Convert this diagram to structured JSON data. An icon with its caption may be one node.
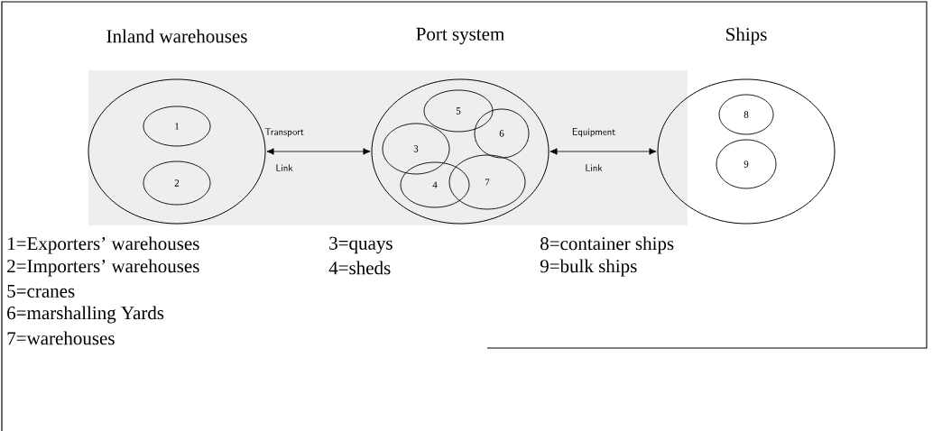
{
  "diagram": {
    "nodes": [
      {
        "text": [
          "Inland warehouses"
        ]
      },
      {
        "text": [
          "1"
        ],
        "in": 0
      },
      {
        "text": [
          "2"
        ],
        "in": 0
      },
      {
        "text": [
          "Port system"
        ]
      },
      {
        "text": [
          "5"
        ],
        "in": 3
      },
      {
        "text": [
          "6"
        ],
        "in": 3
      },
      {
        "text": [
          "3"
        ],
        "in": 3
      },
      {
        "text": [
          "7"
        ],
        "in": 3
      },
      {
        "text": [
          "4"
        ],
        "in": 3
      },
      {
        "text": [
          "Ships"
        ]
      },
      {
        "text": [
          "8"
        ],
        "in": 9
      },
      {
        "text": [
          "9"
        ],
        "in": 9
      }
    ],
    "edges": [
      {
        "from": 0,
        "to": 3,
        "arrow": "both",
        "label": "Transport"
      },
      {
        "from": 3,
        "to": 9,
        "arrow": "both",
        "label": "Equipment"
      }
    ],
    "labels": [
      "Link",
      "Link",
      "1=Exporters’ warehouses",
      "3=quays",
      "8=container ships",
      "2=Importers’ warehouses",
      "4=sheds",
      "9=bulk ships",
      "5=cranes",
      "6=marshalling Yards",
      "7=warehouses"
    ]
  }
}
